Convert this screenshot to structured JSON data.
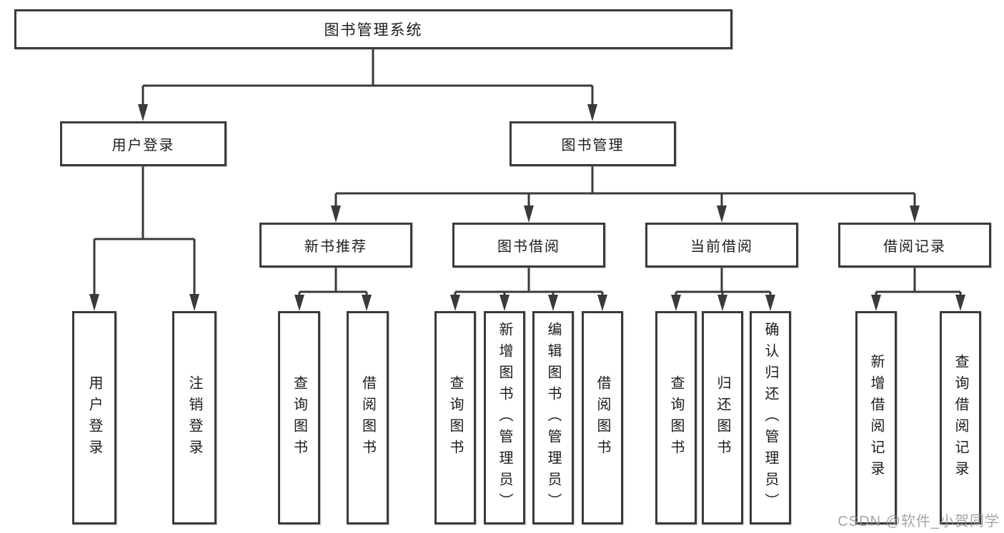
{
  "diagram": {
    "root": "图书管理系统",
    "level2": [
      {
        "label": "用户登录",
        "children": [
          "用户登录",
          "注销登录"
        ]
      },
      {
        "label": "图书管理",
        "children": [
          {
            "label": "新书推荐",
            "children": [
              "查询图书",
              "借阅图书"
            ]
          },
          {
            "label": "图书借阅",
            "children": [
              "查询图书",
              "新增图书（管理员）",
              "编辑图书（管理员）",
              "借阅图书"
            ]
          },
          {
            "label": "当前借阅",
            "children": [
              "查询图书",
              "归还图书",
              "确认归还（管理员）"
            ]
          },
          {
            "label": "借阅记录",
            "children": [
              "新增借阅记录",
              "查询借阅记录"
            ]
          }
        ]
      }
    ]
  },
  "watermark": "CSDN @软件_小贺同学",
  "colors": {
    "line": "#3a3a3a",
    "box_border": "#3a3a3a",
    "text": "#1c1c1c",
    "watermark": "#949494",
    "background": "#ffffff"
  }
}
